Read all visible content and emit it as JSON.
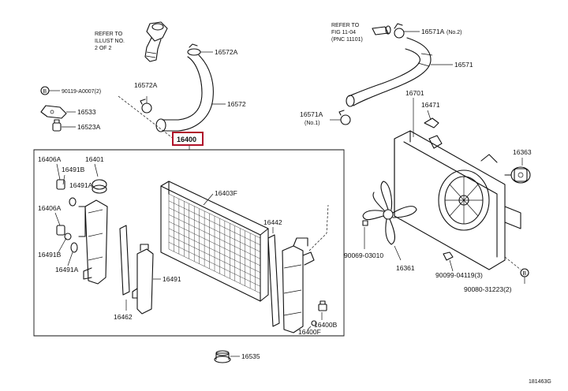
{
  "notes": {
    "refer_left": [
      "REFER TO",
      "ILLUST NO.",
      "2 OF 2"
    ],
    "refer_right": [
      "REFER TO",
      "FIG 11-04",
      "(PNC 11101)"
    ],
    "no1_a": "(No.2)",
    "no1_b": "(No.1)"
  },
  "highlight": {
    "label": "16400",
    "color": "#b0122a"
  },
  "labels": {
    "p16572A_top": "16572A",
    "p16572A_left": "16572A",
    "p16572": "16572",
    "p90119": "90119-A0007(2)",
    "p16533": "16533",
    "p16523A": "16523A",
    "p16571A_top": "16571A",
    "p16571": "16571",
    "p16571A_left": "16571A",
    "p16701": "16701",
    "p16471": "16471",
    "p16363": "16363",
    "p16406A_top": "16406A",
    "p16401": "16401",
    "p16491B_top": "16491B",
    "p16491A_top": "16491A",
    "p16406A_mid": "16406A",
    "p16491B_bot": "16491B",
    "p16491A_bot": "16491A",
    "p16403F": "16403F",
    "p16442": "16442",
    "p16491": "16491",
    "p16462": "16462",
    "p16400B": "16400B",
    "p16400F": "16400F",
    "p16535": "16535",
    "p90069": "90069-03010",
    "p16361": "16361",
    "p90099": "90099-04119(3)",
    "p90080": "90080-31223(2)",
    "marker_left": "B",
    "marker_right": "B"
  },
  "footer": {
    "code": "181463G"
  }
}
